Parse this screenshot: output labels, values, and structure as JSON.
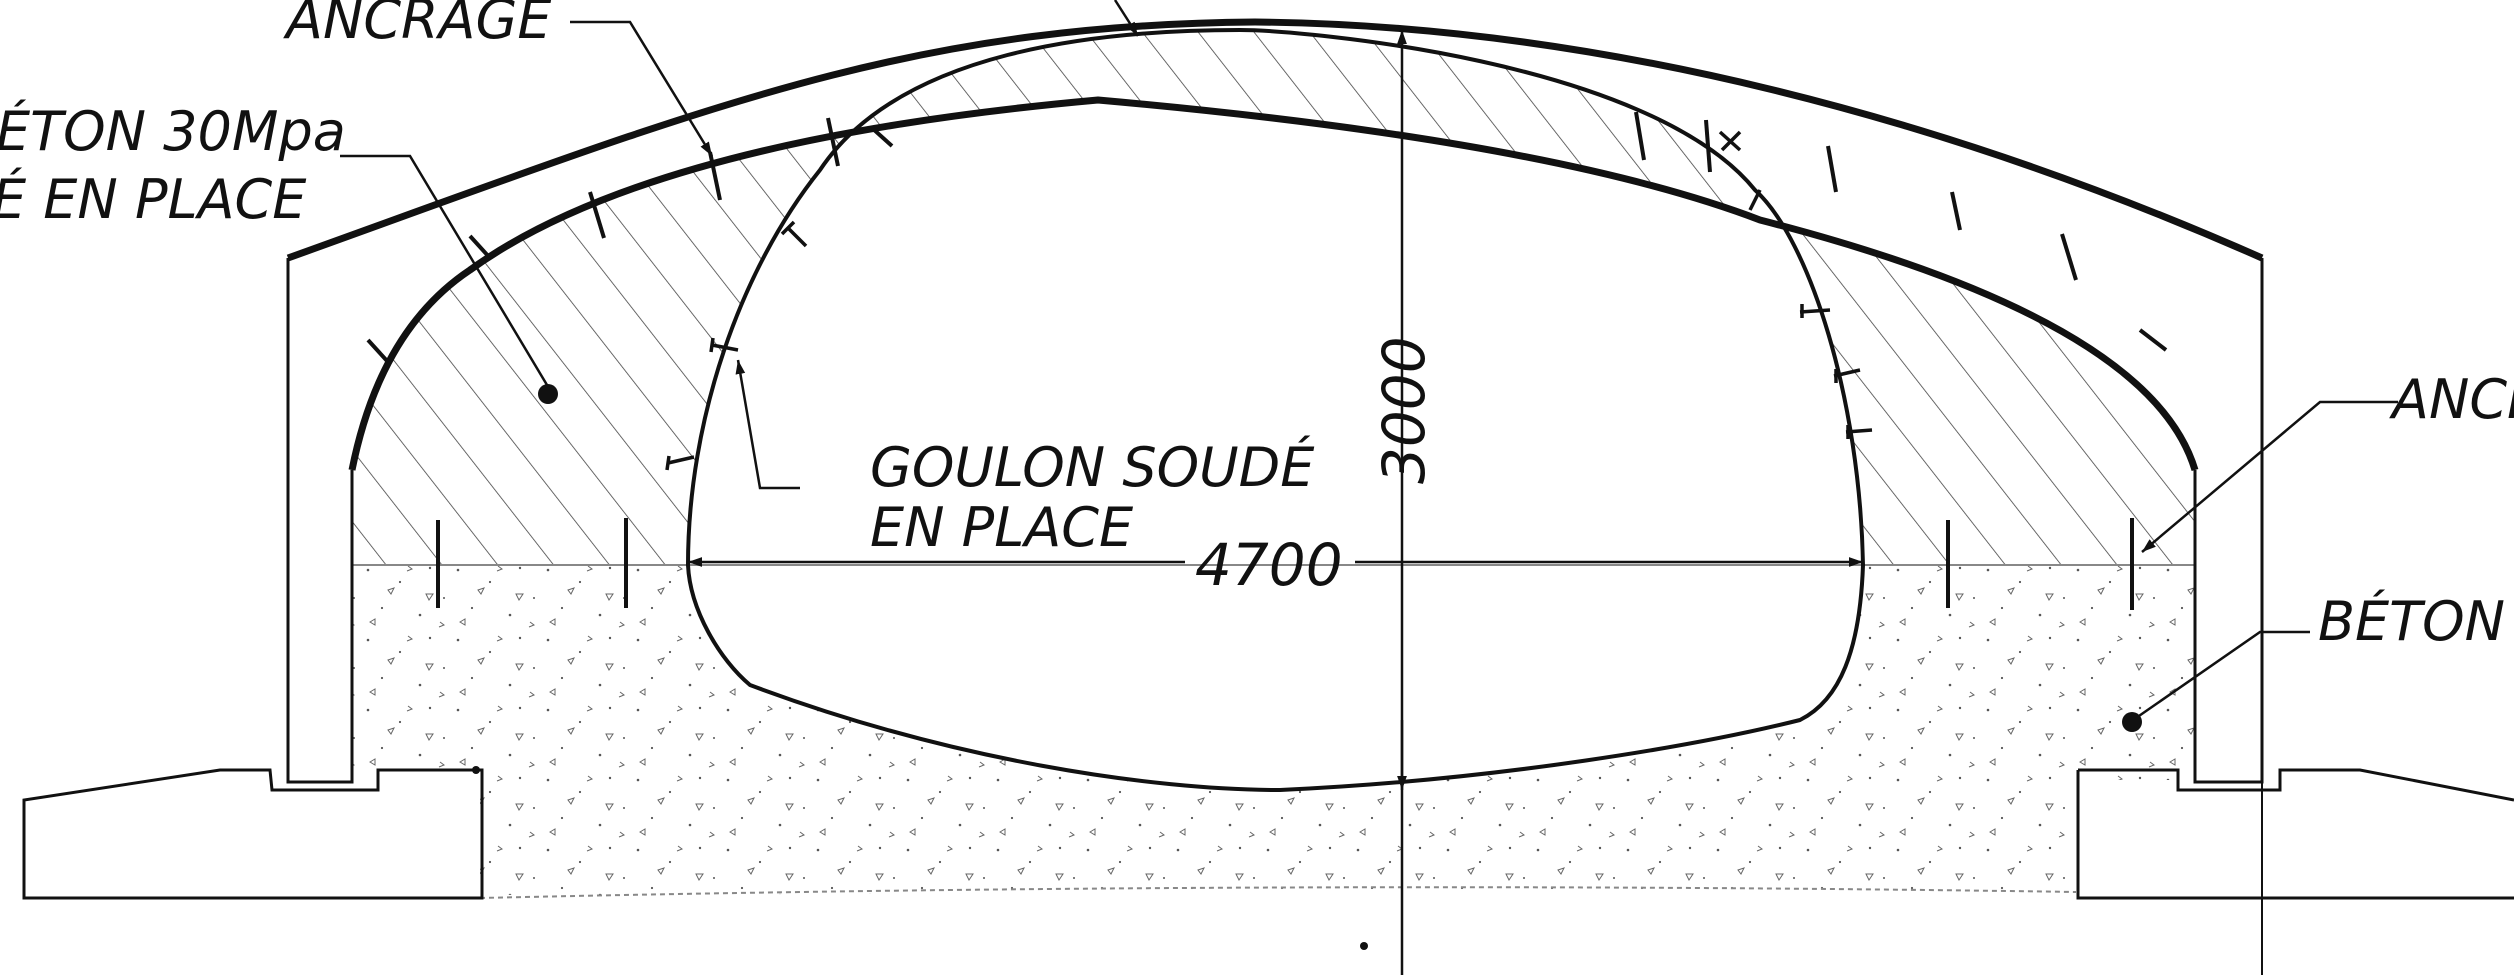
{
  "labels": {
    "ancrage_top": "ANCRAGE",
    "beton_left_line1": "ÉTON 30Mpa",
    "beton_left_line2": "É EN PLACE",
    "goulon_line1": "GOULON SOUDÉ",
    "goulon_line2": "EN PLACE",
    "ancrage_right": "ANCI",
    "beton_right": "BÉTON"
  },
  "dimensions": {
    "height": "3000",
    "width": "4700"
  },
  "colors": {
    "line": "#111111",
    "hatch": "#444444",
    "background": "#ffffff"
  }
}
